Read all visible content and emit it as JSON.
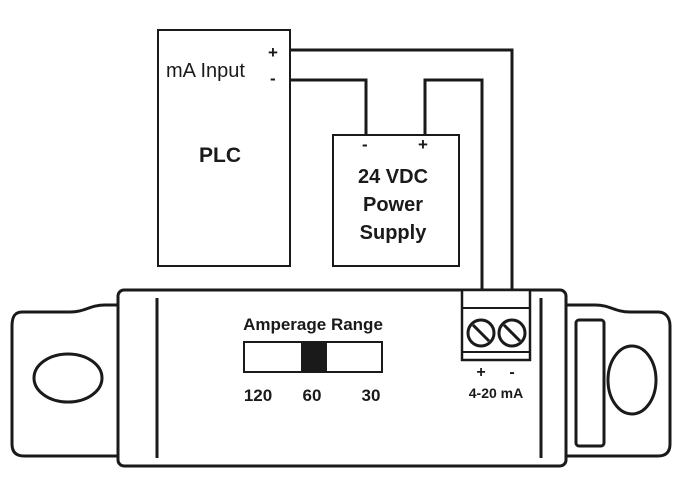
{
  "plc": {
    "input_label": "mA Input",
    "plus": "+",
    "minus": "-",
    "title": "PLC"
  },
  "power_supply": {
    "minus": "-",
    "plus": "+",
    "line1": "24 VDC",
    "line2": "Power",
    "line3": "Supply"
  },
  "sensor": {
    "range_title": "Amperage Range",
    "range_options": [
      "120",
      "60",
      "30"
    ],
    "selected_range": "60",
    "terminal_plus": "+",
    "terminal_minus": "-",
    "output_label": "4-20 mA"
  },
  "colors": {
    "line": "#1a1a1a",
    "background": "#ffffff"
  }
}
